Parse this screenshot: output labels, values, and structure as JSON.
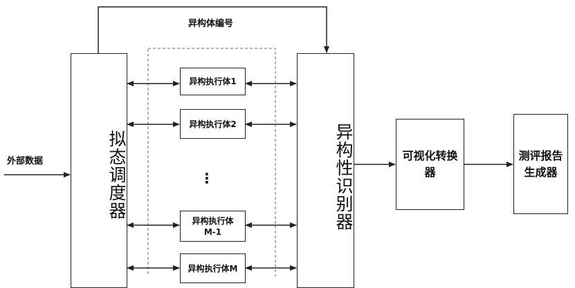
{
  "external_input_label": "外部数据",
  "feedback_label": "异构体编号",
  "scheduler_label": "拟态调度器",
  "identifier_label": "异构性识别器",
  "executors": [
    {
      "line1": "异构执行体1",
      "line2": ""
    },
    {
      "line1": "异构执行体2",
      "line2": ""
    },
    {
      "line1": "异构执行体",
      "line2": "M-1"
    },
    {
      "line1": "异构执行体M",
      "line2": ""
    }
  ],
  "ellipsis": "⋮",
  "visualization_label": "可视化转换器",
  "report_label": "测评报告生成器"
}
